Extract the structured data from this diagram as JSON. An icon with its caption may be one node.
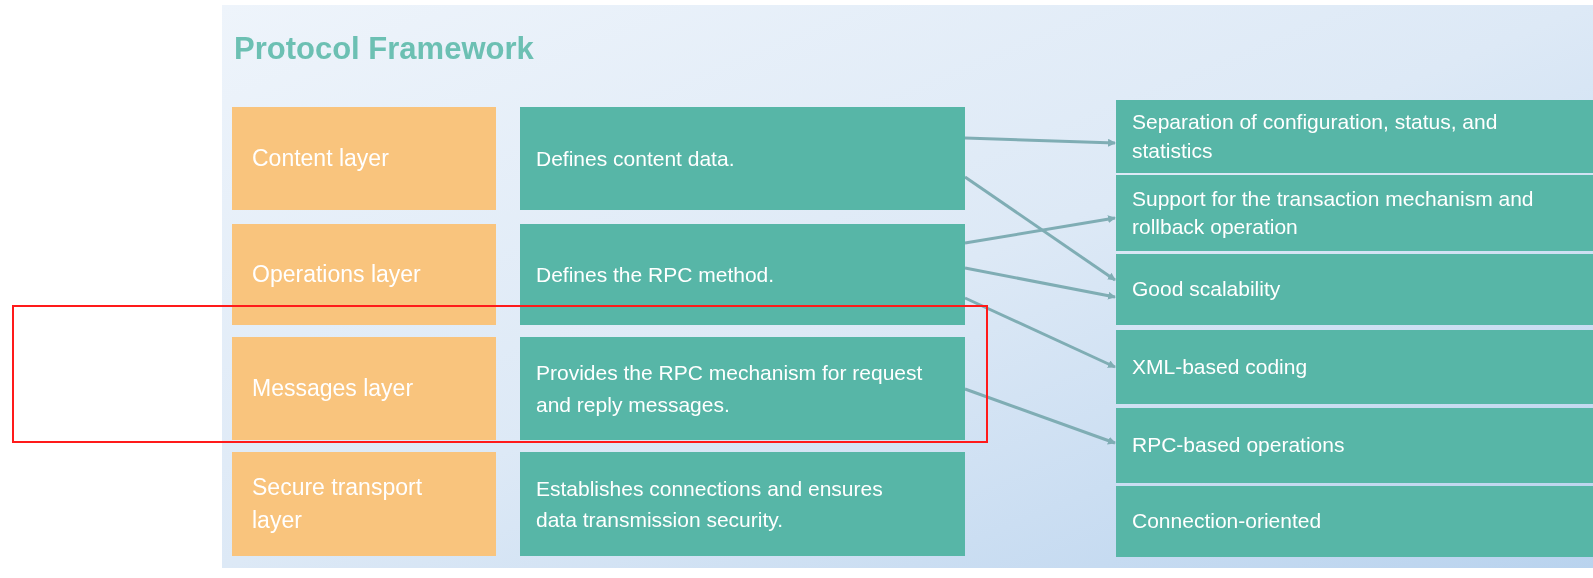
{
  "diagram": {
    "title": "Protocol Framework",
    "nodes": [
      {
        "text": [
          "Content layer"
        ]
      },
      {
        "text": [
          "Operations layer"
        ]
      },
      {
        "text": [
          "Messages layer"
        ]
      },
      {
        "text": [
          "Secure transport layer"
        ]
      },
      {
        "text": [
          "Defines content data."
        ]
      },
      {
        "text": [
          "Defines the RPC method."
        ]
      },
      {
        "text": [
          "Provides the RPC mechanism for request and reply messages."
        ]
      },
      {
        "text": [
          "Establishes connections and ensures data transmission security."
        ]
      },
      {
        "text": [
          "Separation of configuration, status, and statistics"
        ]
      },
      {
        "text": [
          "Support for the transaction mechanism and rollback operation"
        ]
      },
      {
        "text": [
          "Good scalability"
        ]
      },
      {
        "text": [
          "XML-based coding"
        ]
      },
      {
        "text": [
          "RPC-based operations"
        ]
      },
      {
        "text": [
          "Connection-oriented"
        ]
      }
    ],
    "edges": [
      {
        "from": 4,
        "to": 8,
        "arrow": "to"
      },
      {
        "from": 4,
        "to": 10,
        "arrow": "to"
      },
      {
        "from": 5,
        "to": 9,
        "arrow": "to"
      },
      {
        "from": 5,
        "to": 10,
        "arrow": "to"
      },
      {
        "from": 5,
        "to": 11,
        "arrow": "to"
      },
      {
        "from": 6,
        "to": 12,
        "arrow": "to"
      }
    ]
  }
}
